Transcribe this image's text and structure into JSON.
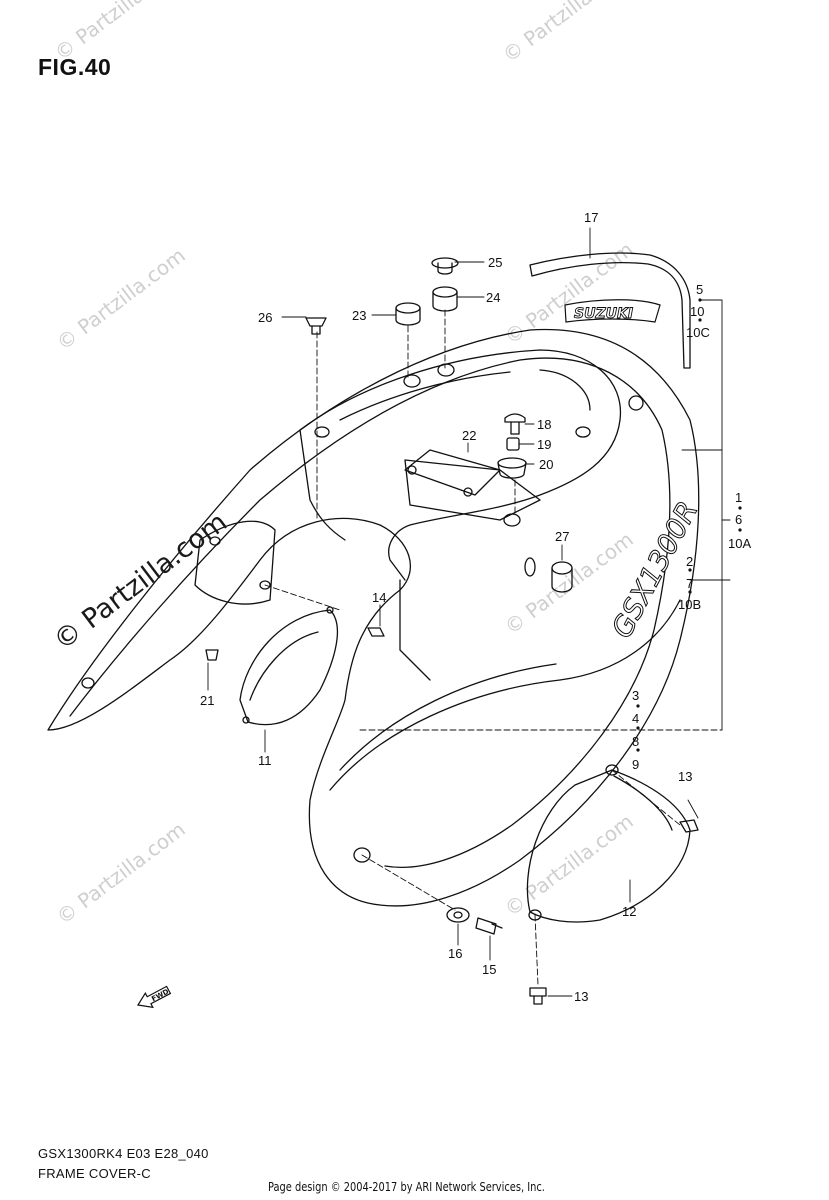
{
  "figure": {
    "title": "FIG.40"
  },
  "watermarks": {
    "small": "© Partzilla.com",
    "big": "© Partzilla.com"
  },
  "logos": {
    "brand": "SUZUKI",
    "model": "GSX1300R"
  },
  "fwd_label": "FWD",
  "callouts": {
    "c1": "1",
    "c2": "2",
    "c3": "3",
    "c4": "4",
    "c5": "5",
    "c6": "6",
    "c7": "7",
    "c8": "8",
    "c9": "9",
    "c10": "10",
    "c10a": "10A",
    "c10b": "10B",
    "c10c": "10C",
    "c11": "11",
    "c12": "12",
    "c13a": "13",
    "c13b": "13",
    "c14": "14",
    "c15": "15",
    "c16": "16",
    "c17": "17",
    "c18": "18",
    "c19": "19",
    "c20": "20",
    "c21": "21",
    "c22": "22",
    "c23": "23",
    "c24": "24",
    "c25": "25",
    "c26": "26",
    "c27": "27"
  },
  "footer": {
    "model_code": "GSX1300RK4 E03 E28_040",
    "section_name": "FRAME COVER-C",
    "copyright": "Page design © 2004-2017 by ARI Network Services, Inc."
  }
}
